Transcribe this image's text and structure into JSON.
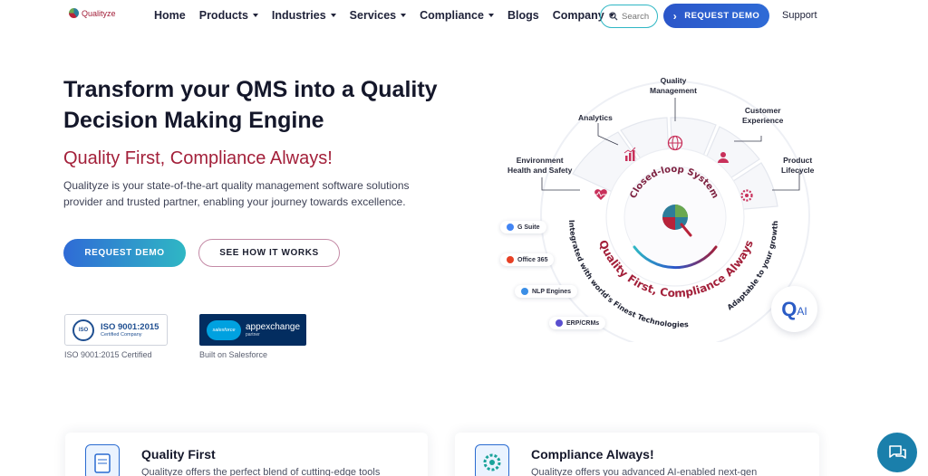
{
  "brand": {
    "name": "Qualityze"
  },
  "nav": {
    "items": [
      {
        "label": "Home",
        "has_caret": false
      },
      {
        "label": "Products",
        "has_caret": true
      },
      {
        "label": "Industries",
        "has_caret": true
      },
      {
        "label": "Services",
        "has_caret": true
      },
      {
        "label": "Compliance",
        "has_caret": true
      },
      {
        "label": "Blogs",
        "has_caret": false
      },
      {
        "label": "Company",
        "has_caret": true
      }
    ],
    "search_placeholder": "Search",
    "demo_label": "REQUEST DEMO",
    "support_label": "Support"
  },
  "hero": {
    "title": "Transform your QMS into a Quality Decision Making Engine",
    "subtitle": "Quality First, Compliance Always!",
    "description": "Qualityze is your state-of-the-art quality management software solutions provider and trusted partner, enabling your journey towards excellence.",
    "primary_cta": "REQUEST DEMO",
    "secondary_cta": "SEE HOW IT WORKS"
  },
  "badges": {
    "iso": {
      "seal": "ISO",
      "title": "ISO 9001:2015",
      "subtitle": "Certified Company",
      "caption": "ISO 9001:2015 Certified"
    },
    "salesforce": {
      "cloud": "salesforce",
      "title": "appexchange",
      "subtitle": "partner",
      "caption": "Built on Salesforce"
    }
  },
  "diagram": {
    "segments": [
      {
        "label": "Environment\nHealth and Safety",
        "icon": "heart-pulse-icon"
      },
      {
        "label": "Analytics",
        "icon": "bar-chart-icon"
      },
      {
        "label": "Quality\nManagement",
        "icon": "globe-icon"
      },
      {
        "label": "Customer\nExperience",
        "icon": "users-icon"
      },
      {
        "label": "Product\nLifecycle",
        "icon": "gear-icon"
      }
    ],
    "inner_ring_text": "Closed-loop System",
    "center_ring_text": "Quality First, Compliance Always",
    "outer_left_text": "Integrated with world's Finest Technologies",
    "outer_right_text": "Adaptable to your growth",
    "integrations": [
      {
        "label": "G Suite",
        "color": "#4285f4"
      },
      {
        "label": "Office 365",
        "color": "#e74025"
      },
      {
        "label": "NLP Engines",
        "color": "#3a8ee6"
      },
      {
        "label": "ERP/CRMs",
        "color": "#5a4fcf"
      }
    ],
    "qai_q": "Q",
    "qai_ai": "AI"
  },
  "cards": [
    {
      "title": "Quality First",
      "text": "Qualityze offers the perfect blend of cutting-edge tools"
    },
    {
      "title": "Compliance Always!",
      "text": "Qualityze offers you advanced AI-enabled next-gen"
    }
  ],
  "colors": {
    "brand_red": "#a3203a",
    "primary_blue": "#2b56c9",
    "teal": "#2fb7c4",
    "chat": "#1a7fab"
  }
}
